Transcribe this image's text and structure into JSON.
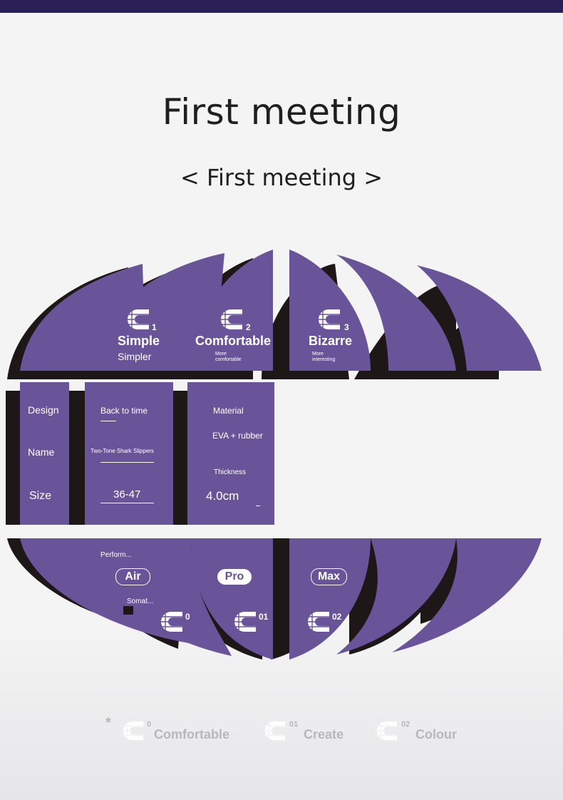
{
  "header": {
    "title": "First meeting",
    "subtitle": "< First meeting >"
  },
  "colors": {
    "accent": "#6a5499",
    "dark": "#1e1717",
    "topbar": "#2a1f57",
    "legend": "#b8b8b8"
  },
  "top_cards": [
    {
      "number": "1",
      "title": "Simple",
      "subtitle": "Simpler",
      "icon": "logo-c-icon"
    },
    {
      "number": "2",
      "title": "Comfortable",
      "subtitle": "More comfortable",
      "icon": "logo-c-icon"
    },
    {
      "number": "3",
      "title": "Bizarre",
      "subtitle": "More interesting",
      "icon": "logo-c-icon"
    }
  ],
  "specs": {
    "labels": [
      "Design",
      "Name",
      "Size"
    ],
    "design_value": "Back to time",
    "name_value": "Two-Tone Shark Slippers",
    "size_value": "36-47",
    "material_label": "Material",
    "material_value": "EVA + rubber",
    "thickness_label": "Thickness",
    "thickness_value": "4.0cm"
  },
  "bottom": {
    "perform_label": "Perform...",
    "somat_label": "Somat...",
    "options": [
      {
        "label": "Air",
        "number": "0"
      },
      {
        "label": "Pro",
        "number": "01"
      },
      {
        "label": "Max",
        "number": "02"
      }
    ]
  },
  "legend": {
    "star": "*",
    "items": [
      {
        "number": "0",
        "label": "Comfortable"
      },
      {
        "number": "01",
        "label": "Create"
      },
      {
        "number": "02",
        "label": "Colour"
      }
    ]
  }
}
